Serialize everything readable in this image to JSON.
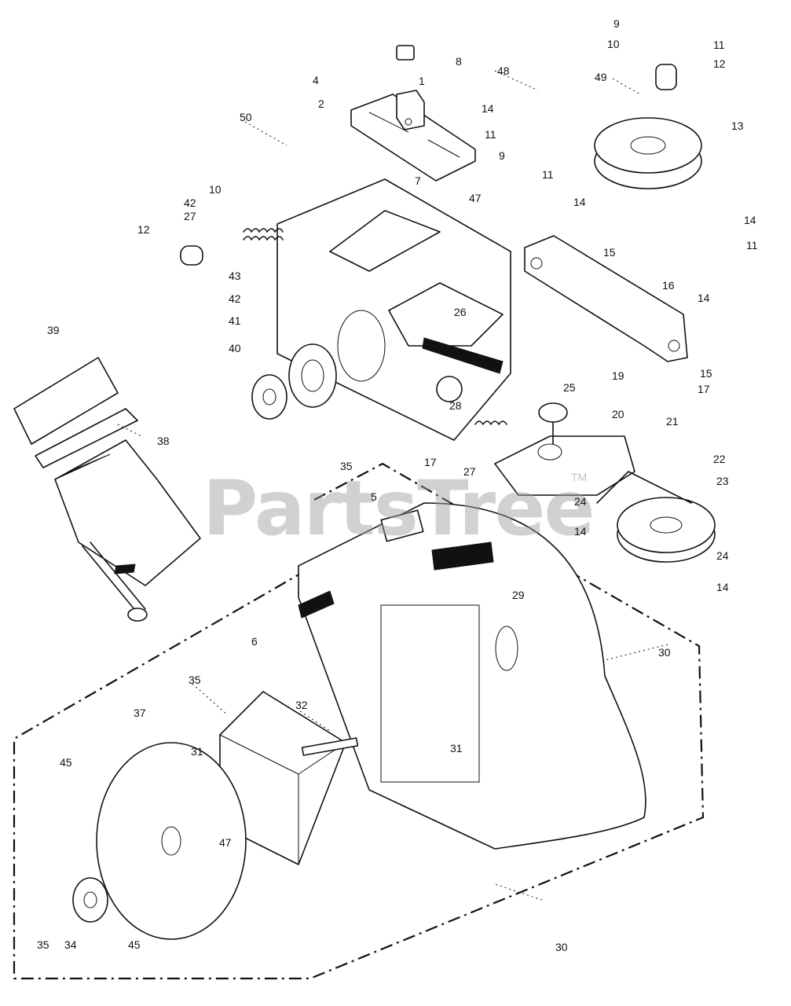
{
  "watermark": {
    "text": "PartsTree",
    "trademark": "TM"
  },
  "callouts": {
    "c1": "1",
    "c2": "2",
    "c4": "4",
    "c5": "5",
    "c6": "6",
    "c7": "7",
    "c8": "8",
    "c9a": "9",
    "c9b": "9",
    "c10a": "10",
    "c10b": "10",
    "c11a": "11",
    "c11b": "11",
    "c11c": "11",
    "c11d": "11",
    "c12a": "12",
    "c12b": "12",
    "c13": "13",
    "c14a": "14",
    "c14b": "14",
    "c14c": "14",
    "c14d": "14",
    "c14e": "14",
    "c14f": "14",
    "c15a": "15",
    "c15b": "15",
    "c16": "16",
    "c17a": "17",
    "c17b": "17",
    "c19": "19",
    "c20": "20",
    "c21": "21",
    "c22": "22",
    "c23": "23",
    "c24a": "24",
    "c24b": "24",
    "c25": "25",
    "c26": "26",
    "c27a": "27",
    "c27b": "27",
    "c28": "28",
    "c29": "29",
    "c30a": "30",
    "c30b": "30",
    "c31a": "31",
    "c31b": "31",
    "c32": "32",
    "c34": "34",
    "c35a": "35",
    "c35b": "35",
    "c35c": "35",
    "c37": "37",
    "c38": "38",
    "c39": "39",
    "c40": "40",
    "c41": "41",
    "c42a": "42",
    "c42b": "42",
    "c43": "43",
    "c45a": "45",
    "c45b": "45",
    "c47a": "47",
    "c47b": "47",
    "c48": "48",
    "c49": "49",
    "c50": "50"
  }
}
